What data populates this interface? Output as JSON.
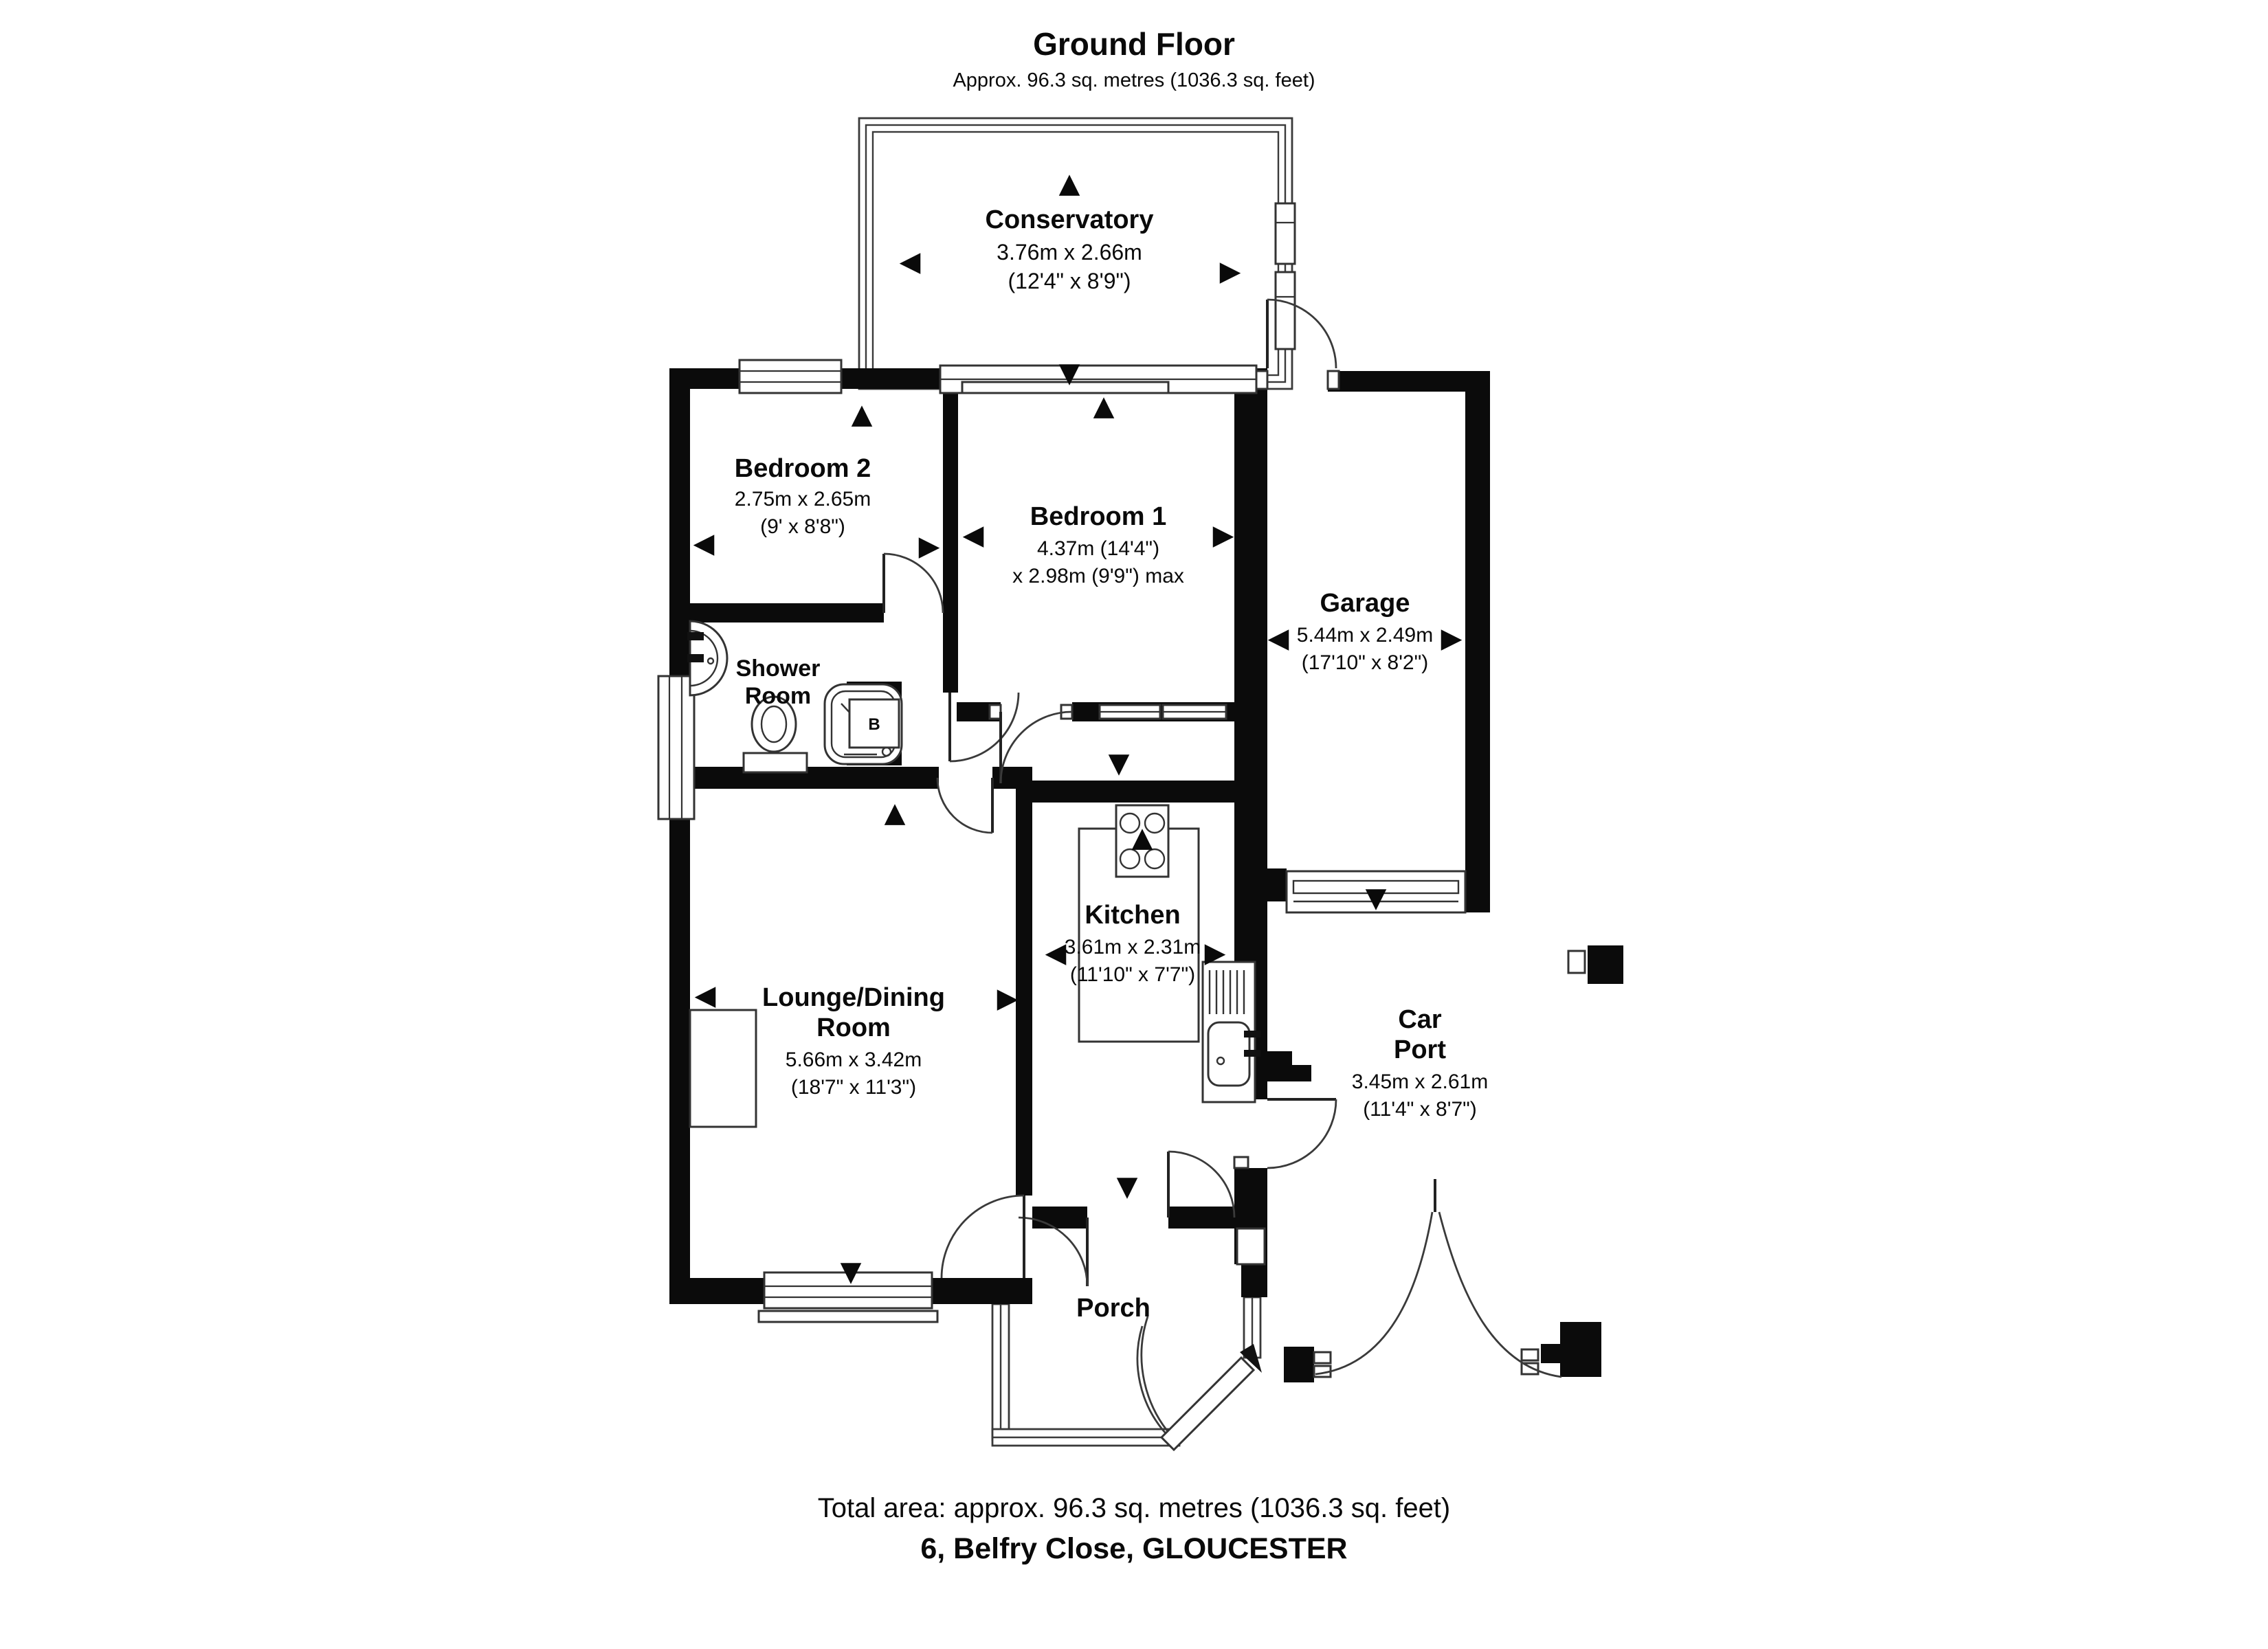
{
  "header": {
    "title": "Ground Floor",
    "subtitle": "Approx. 96.3 sq. metres (1036.3 sq. feet)"
  },
  "footer": {
    "total_area": "Total area: approx. 96.3 sq. metres (1036.3 sq. feet)",
    "address": "6, Belfry Close, GLOUCESTER"
  },
  "rooms": {
    "conservatory": {
      "name": "Conservatory",
      "dims_metric": "3.76m x 2.66m",
      "dims_imperial": "(12'4\" x 8'9\")"
    },
    "bedroom2": {
      "name": "Bedroom 2",
      "dims_metric": "2.75m x 2.65m",
      "dims_imperial": "(9' x 8'8\")"
    },
    "bedroom1": {
      "name": "Bedroom 1",
      "dims_line1": "4.37m (14'4\")",
      "dims_line2": "x 2.98m (9'9\") max"
    },
    "garage": {
      "name": "Garage",
      "dims_metric": "5.44m x 2.49m",
      "dims_imperial": "(17'10\" x 8'2\")"
    },
    "shower_room": {
      "name_line1": "Shower",
      "name_line2": "Room"
    },
    "lounge": {
      "name_line1": "Lounge/Dining",
      "name_line2": "Room",
      "dims_metric": "5.66m x 3.42m",
      "dims_imperial": "(18'7\" x 11'3\")"
    },
    "kitchen": {
      "name": "Kitchen",
      "dims_metric": "3.61m x 2.31m",
      "dims_imperial": "(11'10\" x 7'7\")"
    },
    "car_port": {
      "name_line1": "Car",
      "name_line2": "Port",
      "dims_metric": "3.45m x 2.61m",
      "dims_imperial": "(11'4\" x 8'7\")"
    },
    "porch": {
      "name": "Porch"
    },
    "boiler": {
      "label": "B"
    }
  },
  "icons": {
    "arrow_up": "▲",
    "arrow_down": "▼",
    "arrow_left": "◀",
    "arrow_right": "▶"
  },
  "colors": {
    "wall": "#0b0b0b",
    "line": "#3a3a3a",
    "background": "#ffffff",
    "text": "#0a0a0a"
  }
}
